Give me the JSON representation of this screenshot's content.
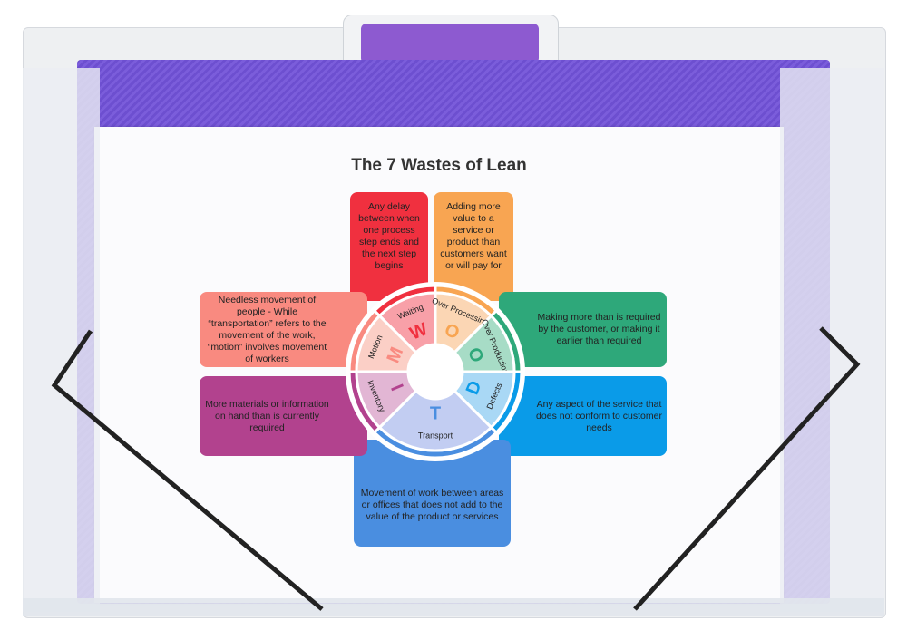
{
  "title": "The 7 Wastes of Lean",
  "center_letters": [
    "W",
    "O",
    "O",
    "D",
    "T",
    "I",
    "M"
  ],
  "wastes": [
    {
      "name": "Waiting",
      "letter": "W",
      "color": "#f0303f",
      "light": "#f8a0a8",
      "description": "Any delay between when one process step ends and the next step begins"
    },
    {
      "name": "Over Processing",
      "letter": "O",
      "color": "#f8a552",
      "light": "#fbd6b4",
      "description": "Adding more value to a service or product than customers want or will pay for"
    },
    {
      "name": "Over Production",
      "letter": "O",
      "color": "#2ea87a",
      "light": "#a7dcc6",
      "description": "Making more than is required by the customer, or making it earlier than required"
    },
    {
      "name": "Defects",
      "letter": "D",
      "color": "#0a9be8",
      "light": "#a9d8f5",
      "description": "Any aspect of the service that does not conform to customer needs"
    },
    {
      "name": "Transport",
      "letter": "T",
      "color": "#4a8ee0",
      "light": "#c2cdf2",
      "description": "Movement of work between areas or offices that does not add to the value of the product or services"
    },
    {
      "name": "Inventory",
      "letter": "I",
      "color": "#b2428e",
      "light": "#e2b6d4",
      "description": "More materials or information on hand than is currently required"
    },
    {
      "name": "Motion",
      "letter": "M",
      "color": "#f98a80",
      "light": "#fbcfc6",
      "description": "Needless movement of people - While “transportation” refers to the movement of the work, “motion” involves movement of workers"
    }
  ]
}
